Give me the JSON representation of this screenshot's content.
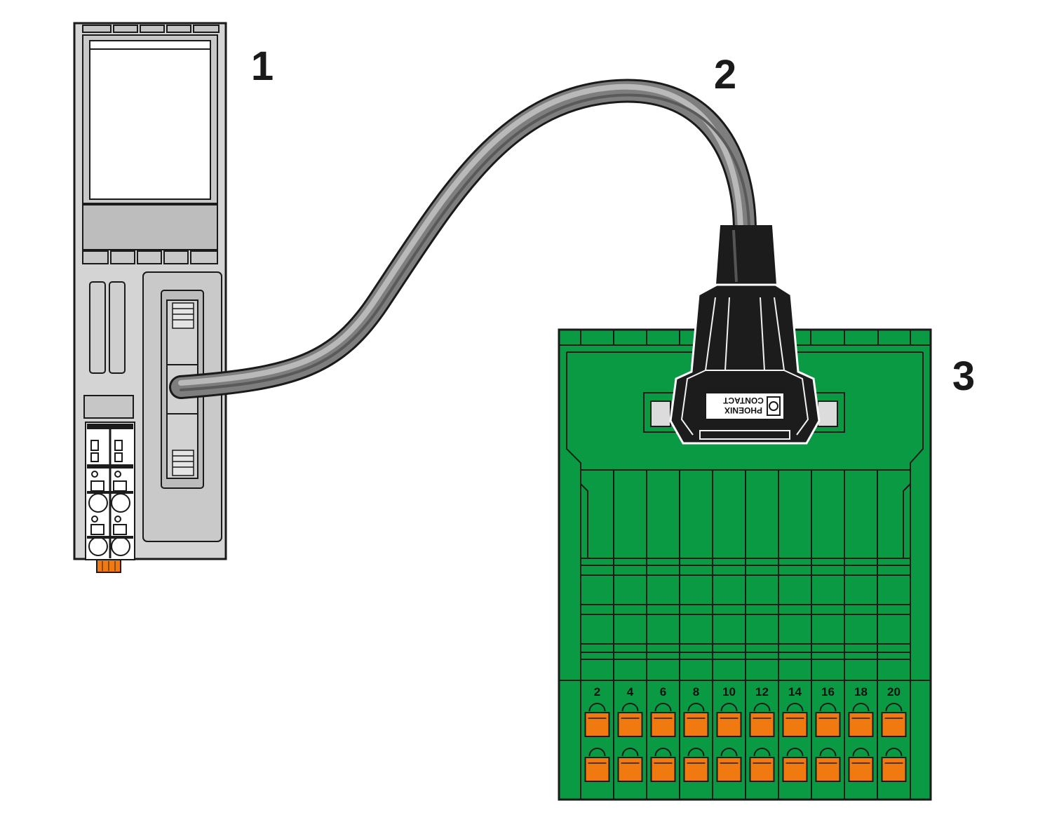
{
  "callouts": {
    "module": "1",
    "cable": "2",
    "terminal_board": "3"
  },
  "terminal_numbers": [
    "2",
    "4",
    "6",
    "8",
    "10",
    "12",
    "14",
    "16",
    "18",
    "20"
  ],
  "connector_logo": {
    "line1": "PHOENIX",
    "line2": "CONTACT"
  },
  "colors": {
    "module_body": "#d4d4d4",
    "board_green": "#0a9a44",
    "push_button_orange": "#f07a10",
    "connector_black": "#1c1c1c",
    "cable_grey": "#8a8a8a",
    "outline": "#1a1a1a"
  }
}
